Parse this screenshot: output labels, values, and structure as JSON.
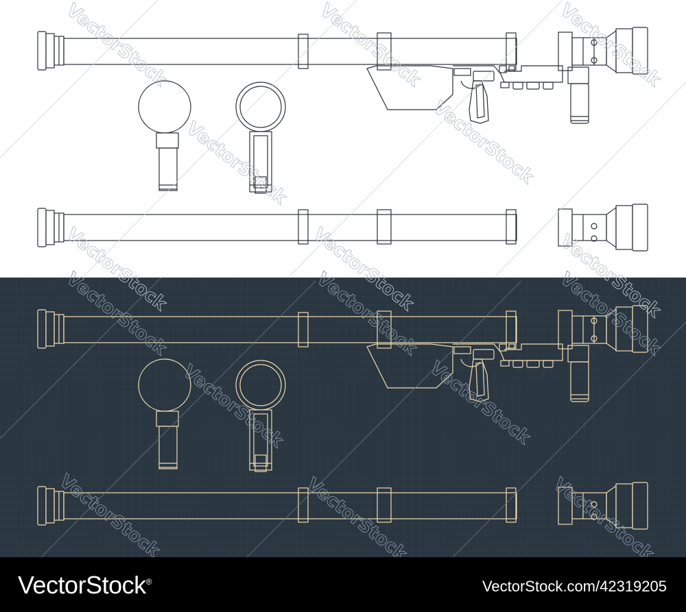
{
  "colors": {
    "light_background": "#ffffff",
    "light_line": "#2b2f38",
    "dark_background": "#2a3640",
    "dark_line": "#f1ddb0",
    "dark_grid": "#3a4956",
    "footer_background": "#000000",
    "footer_text": "#ffffff"
  },
  "watermark": {
    "text": "VectorStock"
  },
  "footer": {
    "brand": "VectorStock",
    "registered_mark": "®",
    "credit": "VectorStock.com/42319205"
  }
}
